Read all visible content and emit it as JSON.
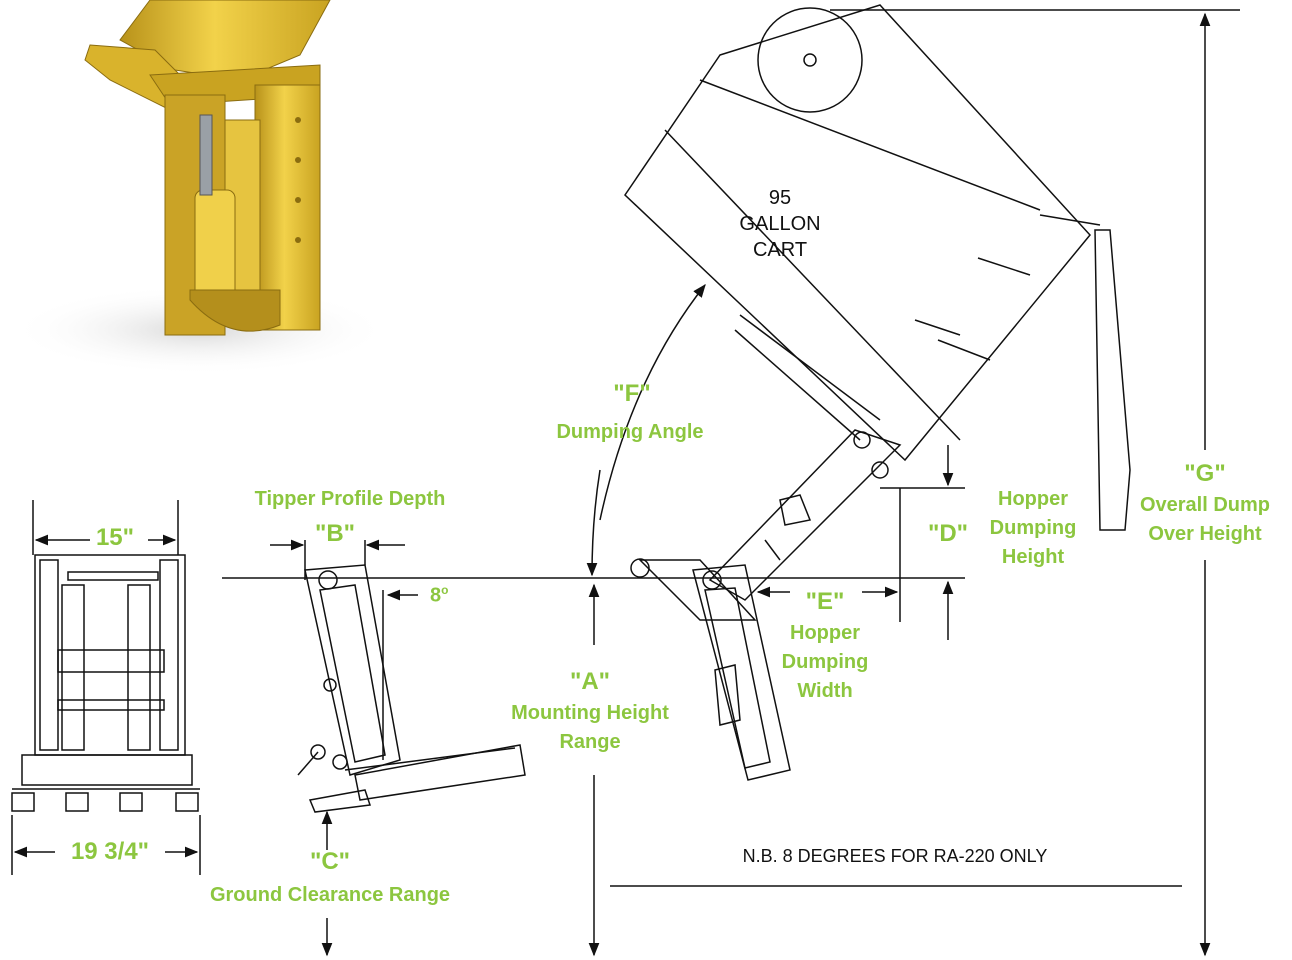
{
  "cart": {
    "line1": "95",
    "line2": "GALLON",
    "line3": "CART"
  },
  "dims": {
    "width_top": "15\"",
    "width_bottom": "19 3/4\"",
    "a": {
      "code": "\"A\"",
      "line1": "Mounting Height",
      "line2": "Range"
    },
    "b": {
      "code": "\"B\"",
      "title": "Tipper Profile Depth"
    },
    "c": {
      "code": "\"C\"",
      "title": "Ground Clearance Range"
    },
    "d": {
      "code": "\"D\"",
      "line1": "Hopper",
      "line2": "Dumping",
      "line3": "Height"
    },
    "e": {
      "code": "\"E\"",
      "line1": "Hopper",
      "line2": "Dumping",
      "line3": "Width"
    },
    "f": {
      "code": "\"F\"",
      "title": "Dumping Angle"
    },
    "g": {
      "code": "\"G\"",
      "line1": "Overall Dump",
      "line2": "Over Height"
    },
    "angle": "8",
    "angle_unit": "o"
  },
  "note": "N.B. 8 DEGREES FOR RA-220 ONLY",
  "colors": {
    "accent": "#8cc63f",
    "line": "#111111",
    "product": "#e8c43a"
  }
}
